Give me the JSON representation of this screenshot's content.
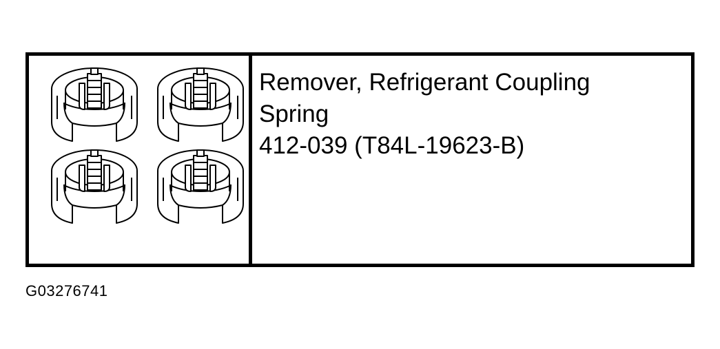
{
  "tool": {
    "name_line1": "Remover, Refrigerant Coupling",
    "name_line2": "Spring",
    "part_number": "412-039 (T84L-19623-B)"
  },
  "figure_id": "G03276741",
  "illustration": {
    "icon": "spring-coupling-remover-icon",
    "count": 4
  }
}
